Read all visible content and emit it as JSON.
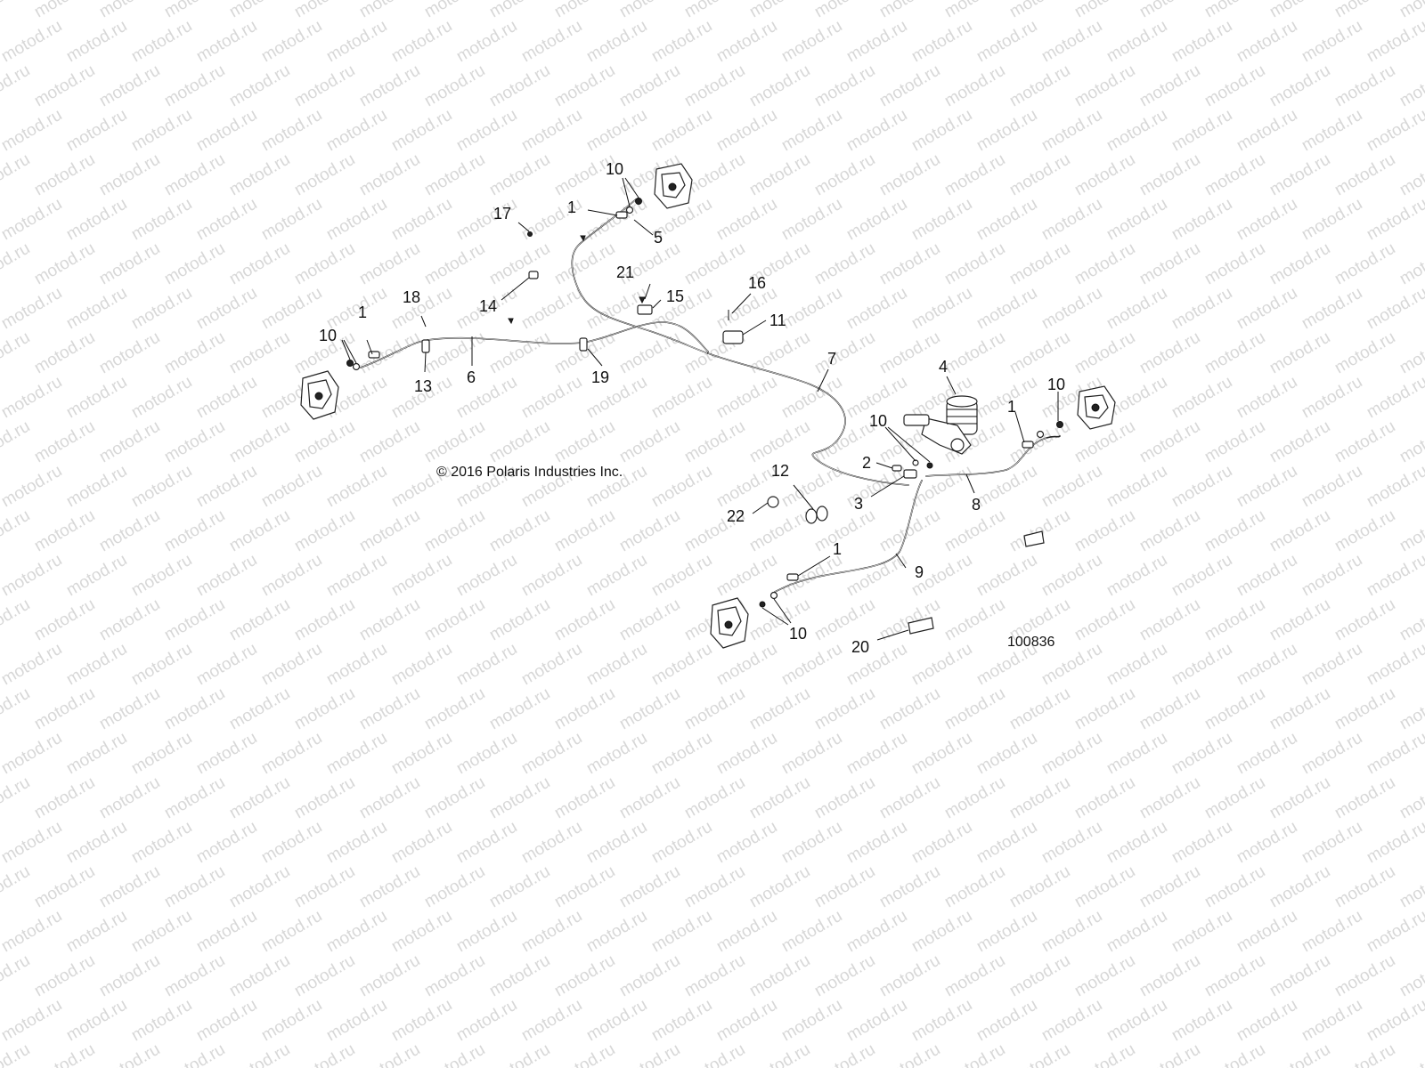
{
  "watermark_text": "motod.ru",
  "copyright": "© 2016 Polaris Industries Inc.",
  "diagram_id": "100836",
  "callouts": {
    "c1_a": "1",
    "c1_b": "1",
    "c1_c": "1",
    "c1_d": "1",
    "c2": "2",
    "c3": "3",
    "c4": "4",
    "c5": "5",
    "c6": "6",
    "c7": "7",
    "c8": "8",
    "c9": "9",
    "c10_a": "10",
    "c10_b": "10",
    "c10_c": "10",
    "c10_d": "10",
    "c10_e": "10",
    "c11": "11",
    "c12": "12",
    "c13": "13",
    "c14": "14",
    "c15": "15",
    "c16": "16",
    "c17": "17",
    "c18": "18",
    "c19": "19",
    "c20": "20",
    "c21": "21",
    "c22": "22"
  }
}
